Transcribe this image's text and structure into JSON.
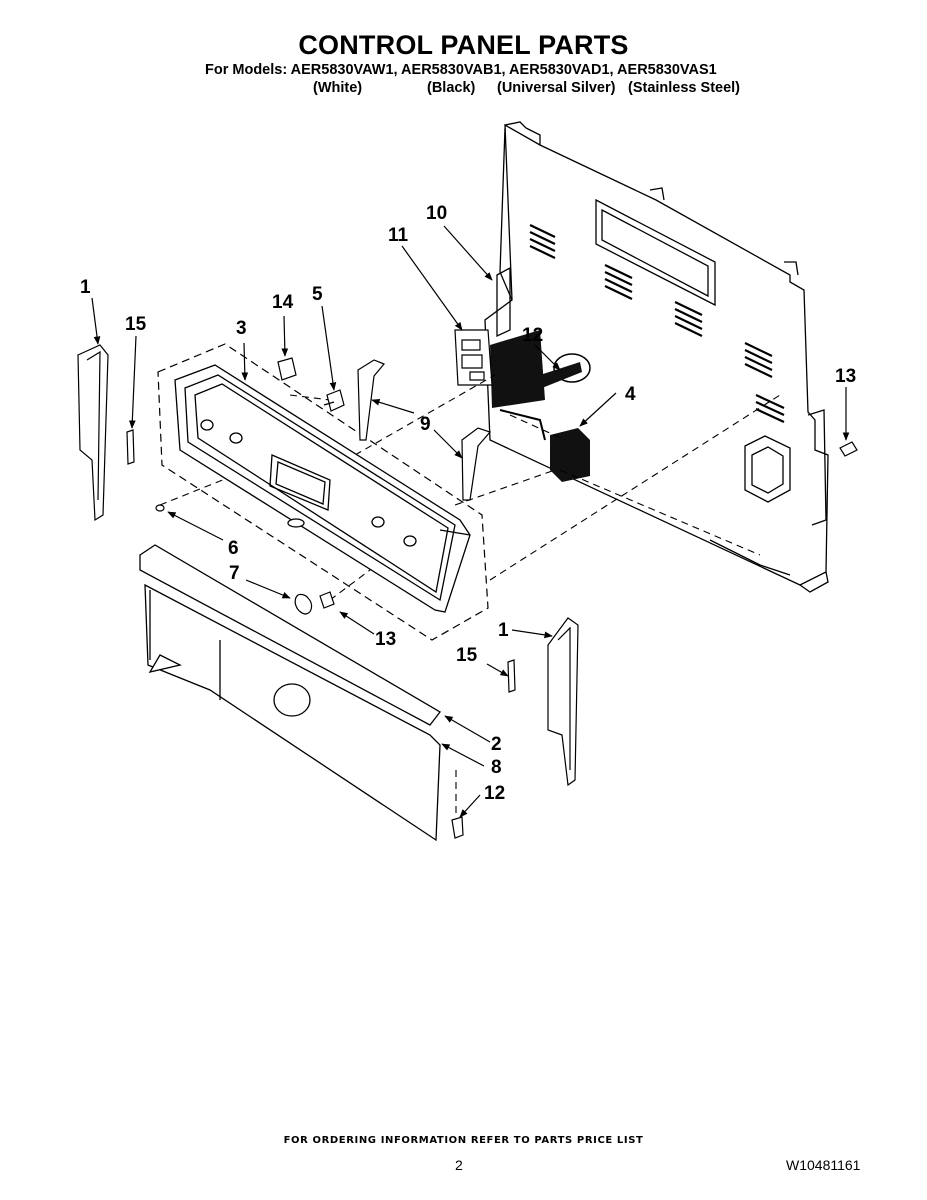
{
  "title": "CONTROL PANEL PARTS",
  "models_line": "For Models: AER5830VAW1, AER5830VAB1, AER5830VAD1, AER5830VAS1",
  "finishes": [
    "(White)",
    "(Black)",
    "(Universal Silver)",
    "(Stainless Steel)"
  ],
  "callouts": {
    "c1a": "1",
    "c15a": "15",
    "c14": "14",
    "c5": "5",
    "c3": "3",
    "c10": "10",
    "c11": "11",
    "c12a": "12",
    "c9": "9",
    "c4": "4",
    "c13a": "13",
    "c6": "6",
    "c7": "7",
    "c13b": "13",
    "c1b": "1",
    "c15b": "15",
    "c2": "2",
    "c8": "8",
    "c12b": "12"
  },
  "footer": "FOR ORDERING INFORMATION REFER TO PARTS PRICE LIST",
  "page_number": "2",
  "doc_number": "W10481161"
}
